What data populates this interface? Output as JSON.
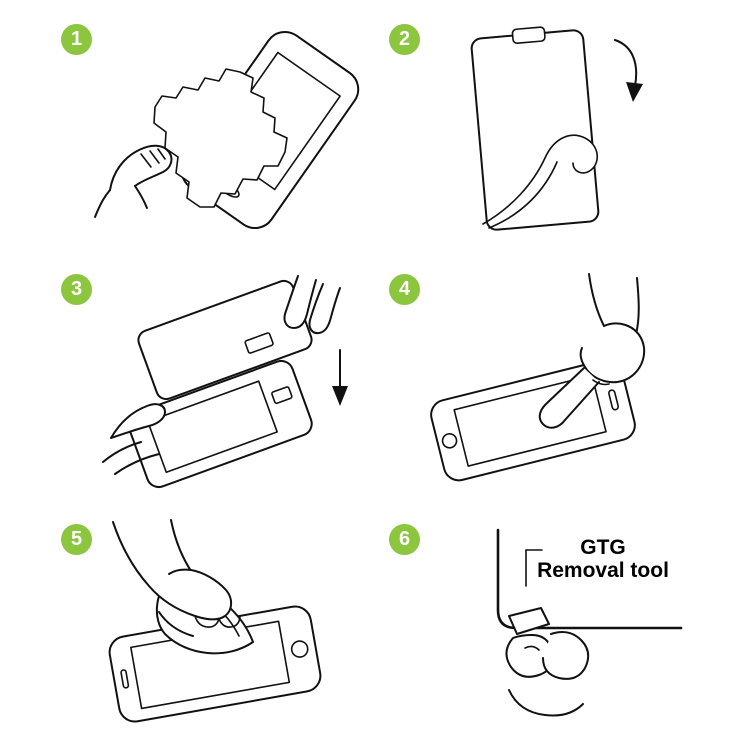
{
  "colors": {
    "badge": "#8CC63E",
    "line": "#111111"
  },
  "steps": [
    {
      "number": "1",
      "illustration": "wipe-phone-screen-with-cloth"
    },
    {
      "number": "2",
      "illustration": "peel-protective-film-from-sheet"
    },
    {
      "number": "3",
      "illustration": "align-glass-over-phone-and-lower"
    },
    {
      "number": "4",
      "illustration": "press-center-of-screen-with-finger"
    },
    {
      "number": "5",
      "illustration": "smooth-out-film-on-screen"
    },
    {
      "number": "6",
      "illustration": "pry-corner-with-removal-tool",
      "label_line1": "GTG",
      "label_line2": "Removal tool"
    }
  ]
}
